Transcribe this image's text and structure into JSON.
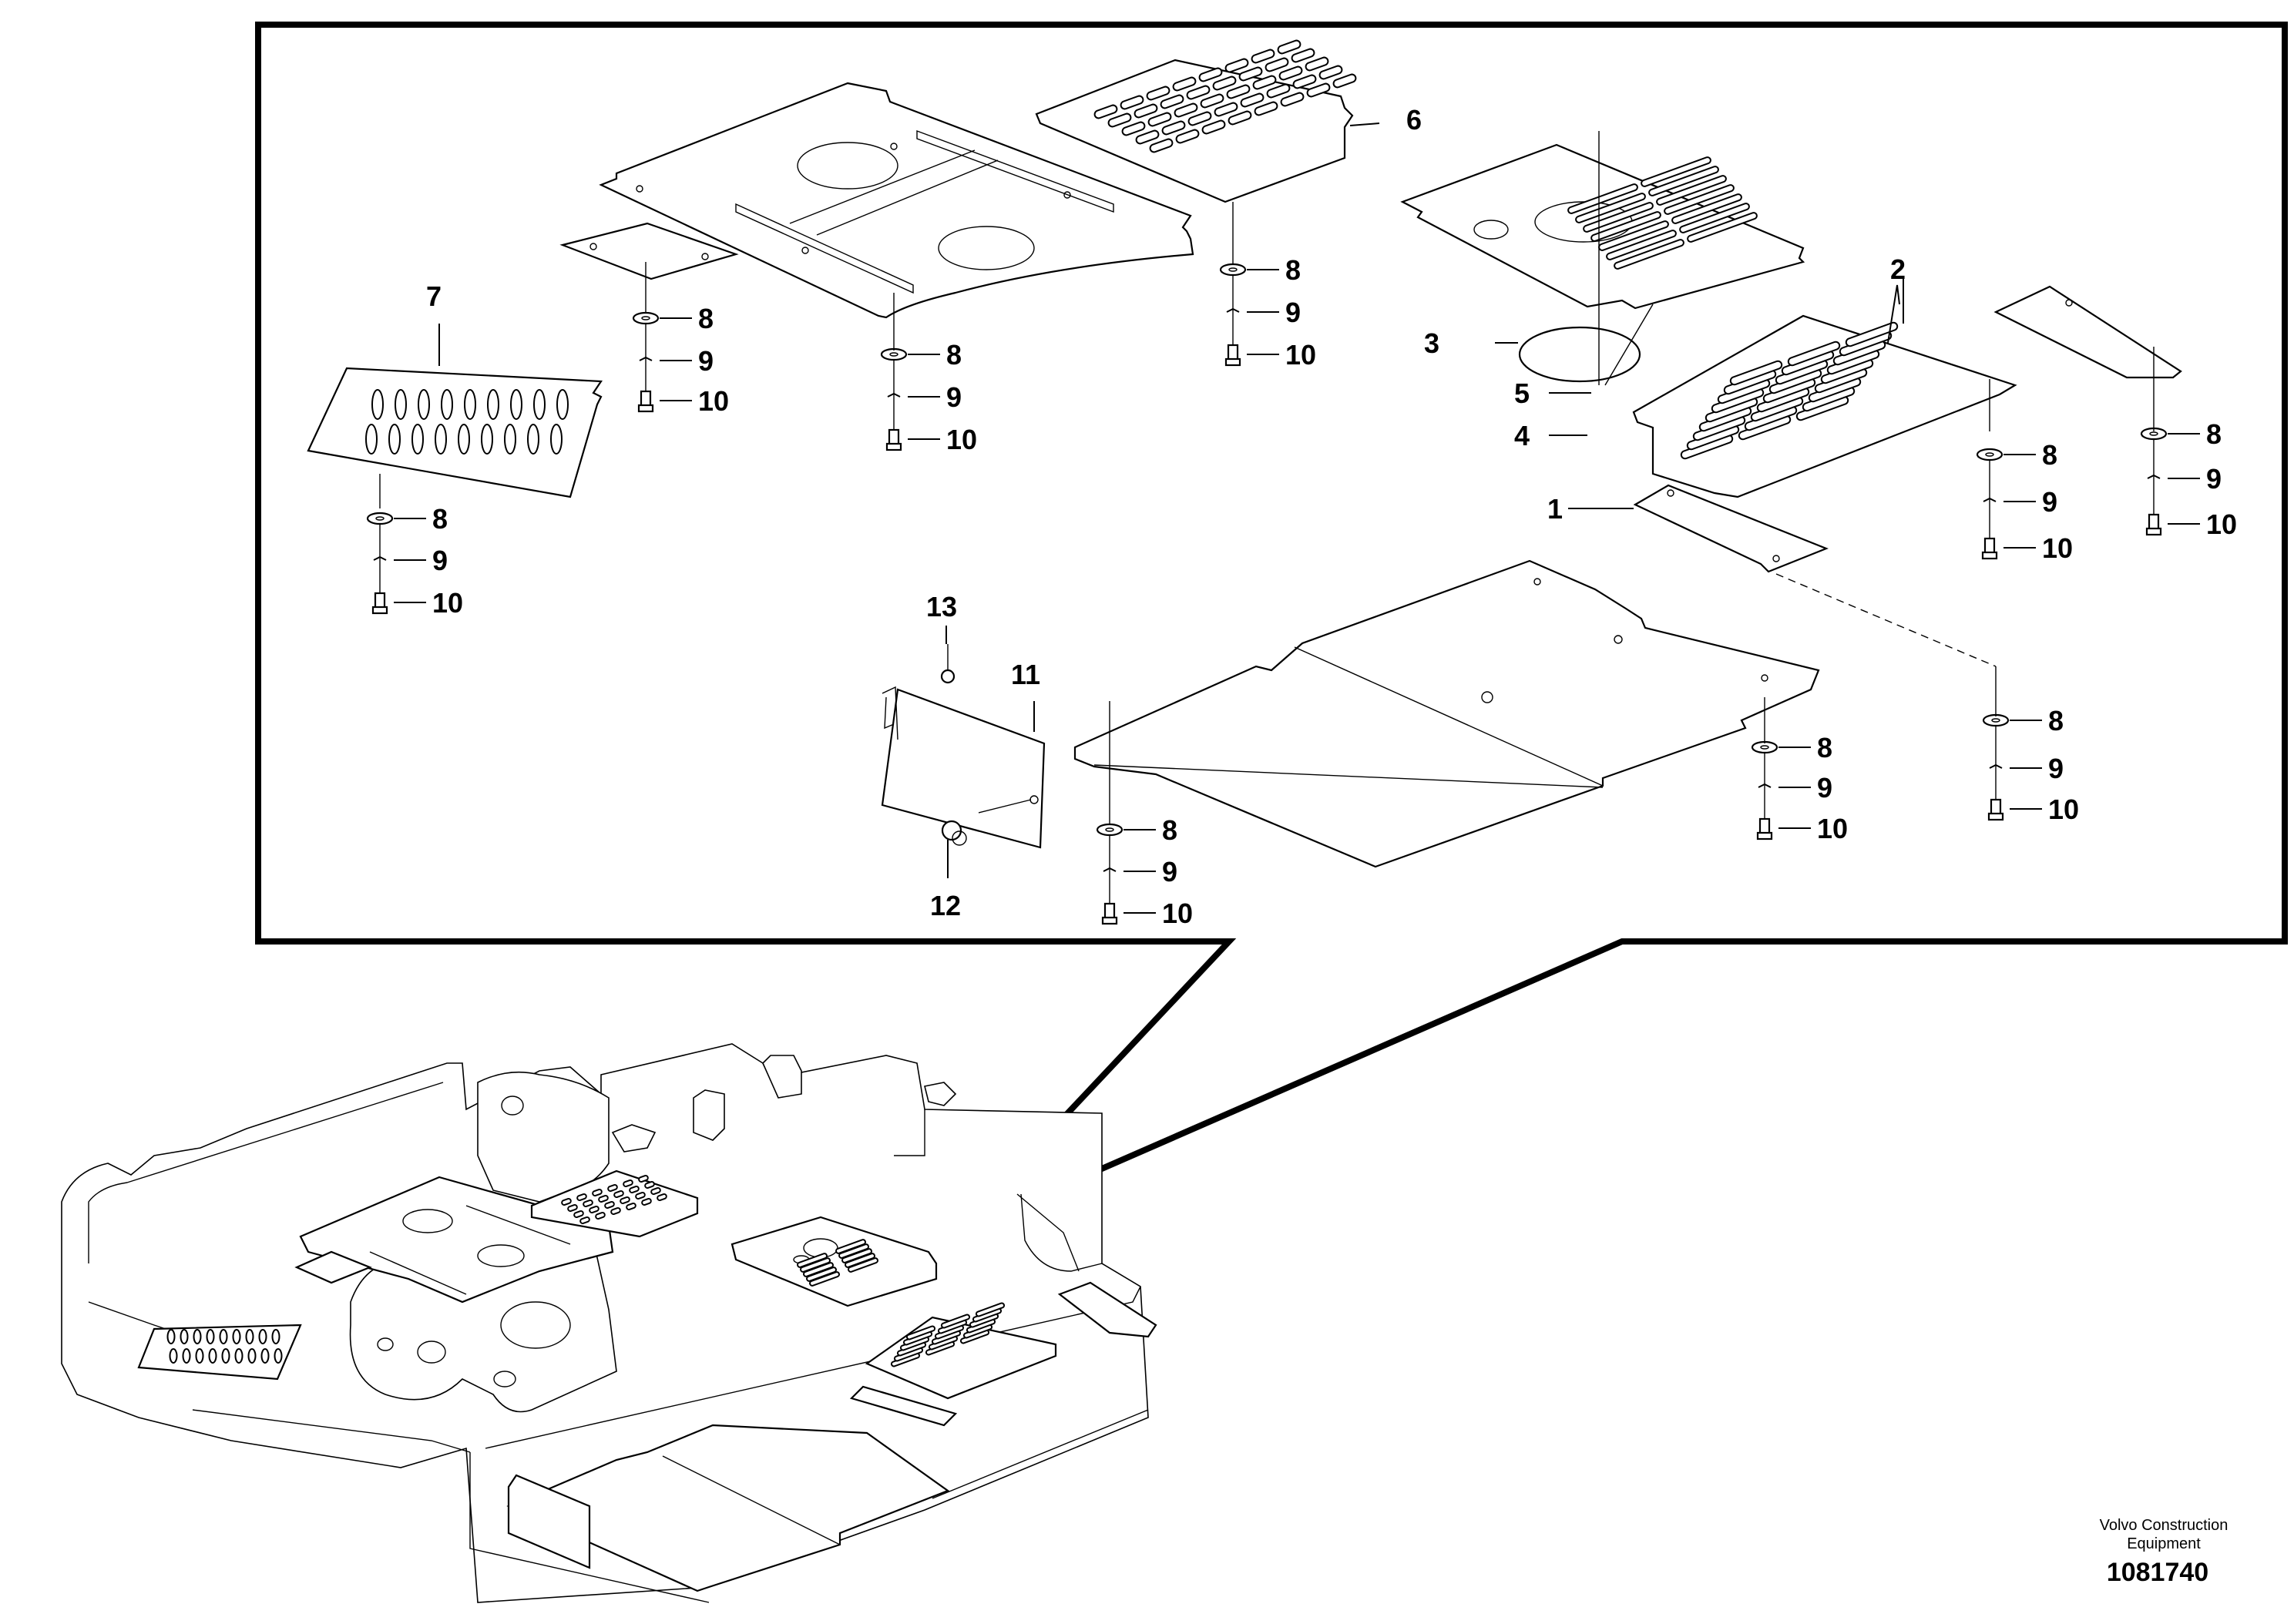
{
  "callouts": {
    "p1": "1",
    "p2": "2",
    "p3": "3",
    "p4": "4",
    "p5": "5",
    "p6": "6",
    "p7": "7",
    "p11": "11",
    "p12": "12",
    "p13": "13",
    "n8": "8",
    "n9": "9",
    "n10": "10"
  },
  "footer": {
    "brand_line1": "Volvo Construction",
    "brand_line2": "Equipment",
    "drawing_number": "1081740"
  }
}
